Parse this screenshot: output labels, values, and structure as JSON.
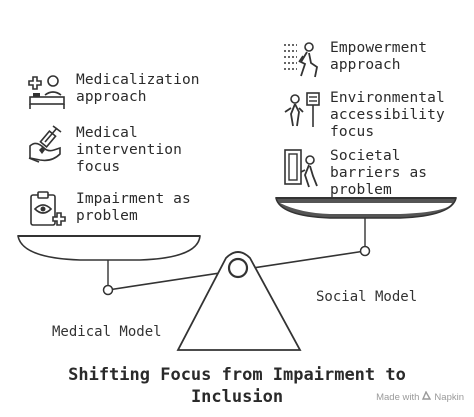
{
  "left_items": [
    {
      "icon": "patient-bed-icon",
      "label": "Medicalization\napproach"
    },
    {
      "icon": "medical-intervention-icon",
      "label": "Medical\nintervention\nfocus"
    },
    {
      "icon": "clipboard-eye-icon",
      "label": "Impairment as\nproblem"
    }
  ],
  "right_items": [
    {
      "icon": "empowerment-icon",
      "label": "Empowerment\napproach"
    },
    {
      "icon": "accessibility-sign-icon",
      "label": "Environmental\naccessibility\nfocus"
    },
    {
      "icon": "blocked-door-icon",
      "label": "Societal\nbarriers as\nproblem"
    }
  ],
  "left_model": "Medical Model",
  "right_model": "Social Model",
  "title": "Shifting Focus from Impairment to\nInclusion",
  "watermark": {
    "prefix": "Made with",
    "brand": "Napkin"
  }
}
